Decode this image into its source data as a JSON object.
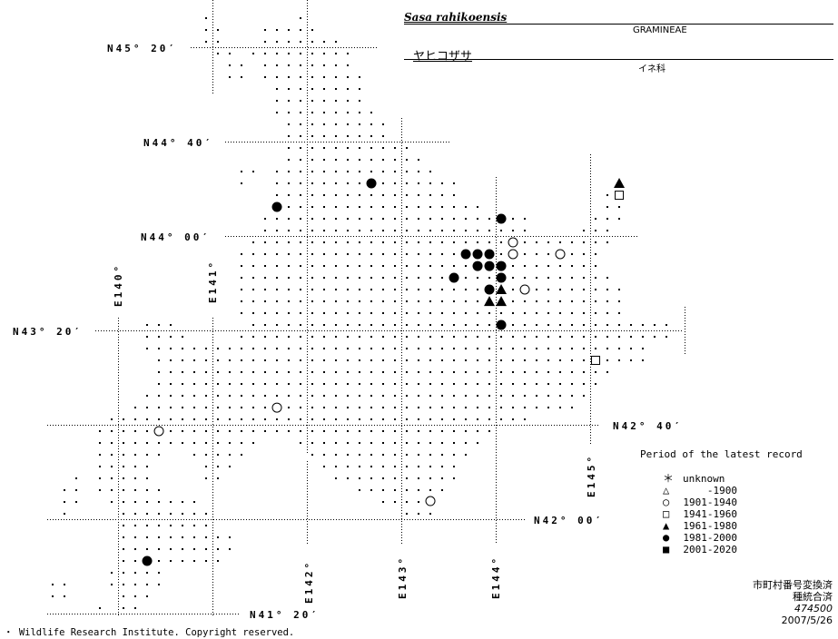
{
  "header": {
    "scientific_name": "Sasa rahikoensis",
    "family_latin": "GRAMINEAE",
    "japanese_name": "ヤヒコザサ",
    "family_japanese": "イネ科"
  },
  "map": {
    "latitude_labels": [
      "N45° 20′",
      "N44° 40′",
      "N44° 00′",
      "N43° 20′",
      "N42° 40′",
      "N42° 00′",
      "N41° 20′"
    ],
    "longitude_labels": [
      "E140°",
      "E141°",
      "E142°",
      "E143°",
      "E144°",
      "E145°"
    ],
    "records": [
      {
        "period": "1981-2000",
        "lon": 142.683,
        "lat": 44.372
      },
      {
        "period": "1981-2000",
        "lon": 141.683,
        "lat": 44.205
      },
      {
        "period": "1981-2000",
        "lon": 144.058,
        "lat": 44.122
      },
      {
        "period": "1981-2000",
        "lon": 143.683,
        "lat": 43.872
      },
      {
        "period": "1981-2000",
        "lon": 143.808,
        "lat": 43.872
      },
      {
        "period": "1981-2000",
        "lon": 143.933,
        "lat": 43.872
      },
      {
        "period": "1981-2000",
        "lon": 143.808,
        "lat": 43.788
      },
      {
        "period": "1981-2000",
        "lon": 143.933,
        "lat": 43.788
      },
      {
        "period": "1981-2000",
        "lon": 144.058,
        "lat": 43.788
      },
      {
        "period": "1981-2000",
        "lon": 143.558,
        "lat": 43.705
      },
      {
        "period": "1981-2000",
        "lon": 144.058,
        "lat": 43.705
      },
      {
        "period": "1981-2000",
        "lon": 143.933,
        "lat": 43.622
      },
      {
        "period": "1981-2000",
        "lon": 144.058,
        "lat": 43.372
      },
      {
        "period": "1981-2000",
        "lon": 140.308,
        "lat": 41.705
      },
      {
        "period": "1901-1940",
        "lon": 144.183,
        "lat": 43.955
      },
      {
        "period": "1901-1940",
        "lon": 144.183,
        "lat": 43.872
      },
      {
        "period": "1901-1940",
        "lon": 144.683,
        "lat": 43.872
      },
      {
        "period": "1901-1940",
        "lon": 144.308,
        "lat": 43.622
      },
      {
        "period": "1901-1940",
        "lon": 141.683,
        "lat": 42.788
      },
      {
        "period": "1901-1940",
        "lon": 140.433,
        "lat": 42.622
      },
      {
        "period": "1901-1940",
        "lon": 143.308,
        "lat": 42.128
      },
      {
        "period": "1961-1980",
        "lon": 145.308,
        "lat": 44.372
      },
      {
        "period": "1961-1980",
        "lon": 144.058,
        "lat": 43.622
      },
      {
        "period": "1961-1980",
        "lon": 143.933,
        "lat": 43.538
      },
      {
        "period": "1961-1980",
        "lon": 144.058,
        "lat": 43.538
      },
      {
        "period": "1941-1960",
        "lon": 145.308,
        "lat": 44.288
      },
      {
        "period": "1941-1960",
        "lon": 145.058,
        "lat": 43.122
      }
    ]
  },
  "legend": {
    "title": "Period of the latest record",
    "items": [
      {
        "symbol": "asterisk",
        "glyph": "＊",
        "label": "unknown"
      },
      {
        "symbol": "open-triangle",
        "glyph": "△",
        "label": "-1900"
      },
      {
        "symbol": "open-circle",
        "glyph": "○",
        "label": "1901-1940"
      },
      {
        "symbol": "open-square",
        "glyph": "□",
        "label": "1941-1960"
      },
      {
        "symbol": "filled-triangle",
        "glyph": "▲",
        "label": "1961-1980"
      },
      {
        "symbol": "filled-circle",
        "glyph": "●",
        "label": "1981-2000"
      },
      {
        "symbol": "filled-square",
        "glyph": "■",
        "label": "2001-2020"
      }
    ]
  },
  "notes": {
    "line1": "市町村番号変換済",
    "line2": "種統合済",
    "code": "474500",
    "date": "2007/5/26"
  },
  "footer": {
    "copyright": "・ Wildlife Research Institute. Copyright reserved."
  }
}
